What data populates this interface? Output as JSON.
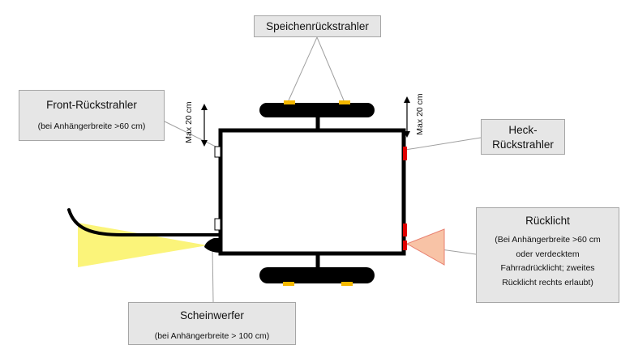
{
  "labels": {
    "speichen": "Speichenrückstrahler",
    "front_title": "Front-Rückstrahler",
    "front_sub": "(bei Anhängerbreite >60 cm)",
    "heck_line1": "Heck-",
    "heck_line2": "Rückstrahler",
    "rueck_title": "Rücklicht",
    "rueck_line1": "(Bei Anhängerbreite >60 cm",
    "rueck_line2": "oder verdecktem",
    "rueck_line3": "Fahrradrücklicht; zweites",
    "rueck_line4": "Rücklicht rechts erlaubt)",
    "schein_title": "Scheinwerfer",
    "schein_sub": "(bei Anhängerbreite > 100 cm)",
    "max_left": "Max 20 cm",
    "max_right": "Max 20 cm"
  },
  "colors": {
    "frame": "#000000",
    "spoke_reflector": "#f5b800",
    "rear_reflector": "#e00000",
    "tail_light_beam": "#f8c3a6",
    "headlight_beam": "#fbf47a",
    "callout_fill": "#e6e6e6",
    "leader_line": "#a0a0a0"
  }
}
